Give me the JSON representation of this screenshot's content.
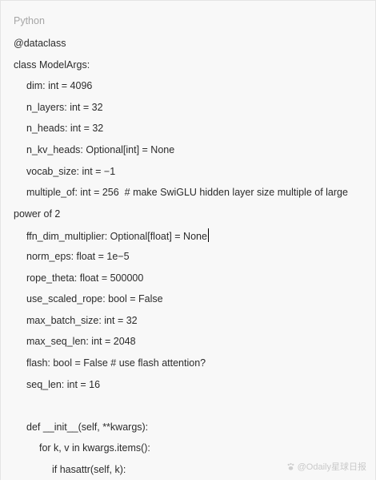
{
  "code_block": {
    "language": "Python",
    "lines": [
      {
        "indent": 0,
        "text": "@dataclass"
      },
      {
        "indent": 0,
        "text": "class ModelArgs:"
      },
      {
        "indent": 1,
        "text": "dim: int = 4096"
      },
      {
        "indent": 1,
        "text": "n_layers: int = 32"
      },
      {
        "indent": 1,
        "text": "n_heads: int = 32"
      },
      {
        "indent": 1,
        "text": "n_kv_heads: Optional[int] = None"
      },
      {
        "indent": 1,
        "text": "vocab_size: int = −1"
      },
      {
        "indent": 1,
        "text": "multiple_of: int = 256  # make SwiGLU hidden layer size multiple of large"
      },
      {
        "indent": 0,
        "text": "power of 2"
      },
      {
        "indent": 1,
        "text": "ffn_dim_multiplier: Optional[float] = None",
        "cursor": true
      },
      {
        "indent": 1,
        "text": "norm_eps: float = 1e−5"
      },
      {
        "indent": 1,
        "text": "rope_theta: float = 500000"
      },
      {
        "indent": 1,
        "text": "use_scaled_rope: bool = False"
      },
      {
        "indent": 1,
        "text": "max_batch_size: int = 32"
      },
      {
        "indent": 1,
        "text": "max_seq_len: int = 2048"
      },
      {
        "indent": 1,
        "text": "flash: bool = False # use flash attention?"
      },
      {
        "indent": 1,
        "text": "seq_len: int = 16"
      },
      {
        "indent": 0,
        "text": ""
      },
      {
        "indent": 1,
        "text": "def __init__(self, **kwargs):"
      },
      {
        "indent": 2,
        "text": "for k, v in kwargs.items():"
      },
      {
        "indent": 3,
        "text": "if hasattr(self, k):"
      }
    ]
  },
  "watermark": {
    "text": "@Odaily星球日报",
    "icon": "paw-icon"
  }
}
